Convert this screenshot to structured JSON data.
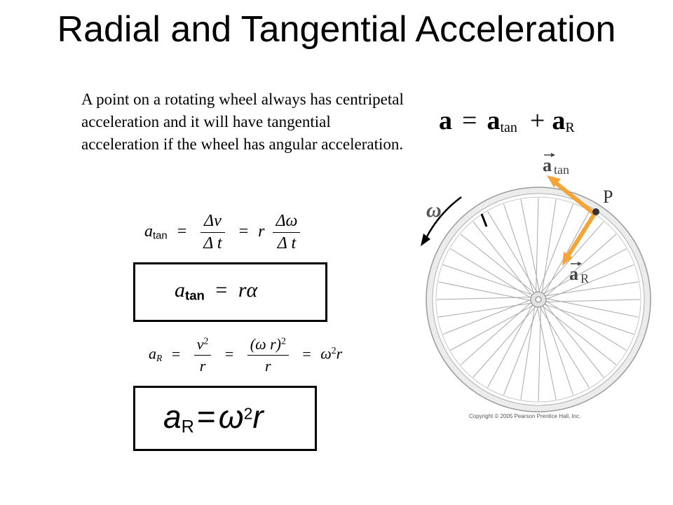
{
  "slide": {
    "title": "Radial and Tangential Acceleration",
    "body": "A point on a rotating wheel always has centripetal acceleration and it will have tangential acceleration if the wheel has angular acceleration."
  },
  "vector_equation": {
    "a": "a",
    "equals": "=",
    "a_tan": "a",
    "tan_sub": "tan",
    "plus": "+",
    "a_R": "a",
    "R_sub": "R"
  },
  "eq1": {
    "lhs_var": "a",
    "lhs_sub": "tan",
    "eq": "=",
    "frac1_num": "Δv",
    "frac1_den": "Δ t",
    "eq2": "=",
    "r": "r",
    "frac2_num": "Δω",
    "frac2_den": "Δ t"
  },
  "box1": {
    "lhs_var": "a",
    "lhs_sub": "tan",
    "eq": "=",
    "rhs": "rα"
  },
  "eq2": {
    "lhs_var": "a",
    "lhs_sub": "R",
    "eq": "=",
    "f1_num_v": "v",
    "f1_num_exp": "2",
    "f1_den": "r",
    "eq2": "=",
    "f2_num": "(ω r)",
    "f2_num_exp": "2",
    "f2_den": "r",
    "eq3": "=",
    "rhs_omega": "ω",
    "rhs_exp": "2",
    "rhs_r": "r"
  },
  "box2": {
    "lhs_var": "a",
    "lhs_sub": "R",
    "eq": "=",
    "omega": "ω",
    "exp": "2",
    "r": "r"
  },
  "figure": {
    "omega_label": "ω",
    "point_label": "P",
    "a_tan_label": "a",
    "a_tan_sub": "tan",
    "a_R_label": "a",
    "a_R_sub": "R",
    "arrow_color": "#F5A537",
    "copyright": "Copyright © 2005 Pearson Prentice Hall, Inc."
  }
}
